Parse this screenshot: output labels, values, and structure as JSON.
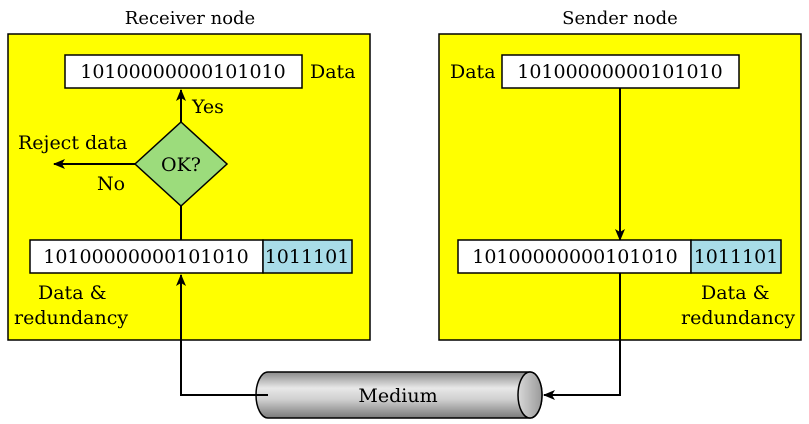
{
  "colors": {
    "panel": "#ffff00",
    "redundancy": "#a8dce8",
    "decision": "#9cdc7c",
    "line": "#000000",
    "box": "#ffffff"
  },
  "receiver": {
    "title": "Receiver node",
    "data_bits": "10100000000101010",
    "data_label": "Data",
    "yes_label": "Yes",
    "no_label": "No",
    "decision_label": "OK?",
    "reject_label": "Reject data",
    "codeword_data_bits": "10100000000101010",
    "codeword_redundancy_bits": "1011101",
    "codeword_label_line1": "Data &",
    "codeword_label_line2": "redundancy"
  },
  "sender": {
    "title": "Sender node",
    "data_label": "Data",
    "data_bits": "10100000000101010",
    "codeword_data_bits": "10100000000101010",
    "codeword_redundancy_bits": "1011101",
    "codeword_label_line1": "Data &",
    "codeword_label_line2": "redundancy"
  },
  "medium": {
    "label": "Medium"
  }
}
